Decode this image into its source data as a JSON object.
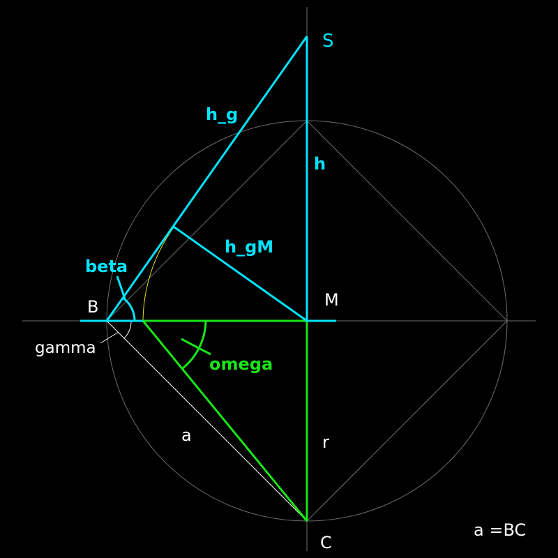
{
  "diagram": {
    "colors": {
      "background": "#000000",
      "construction": "#6e6e6e",
      "cyan": "#00e5ff",
      "green": "#19e619",
      "white": "#ffffff",
      "yellow": "#e6e619"
    },
    "labels": {
      "S": "S",
      "h_g": "h_g",
      "h": "h",
      "h_gM": "h_gM",
      "beta": "beta",
      "B": "B",
      "M": "M",
      "gamma": "gamma",
      "omega": "omega",
      "a": "a",
      "r": "r",
      "C": "C",
      "legend": "a =BC"
    }
  }
}
